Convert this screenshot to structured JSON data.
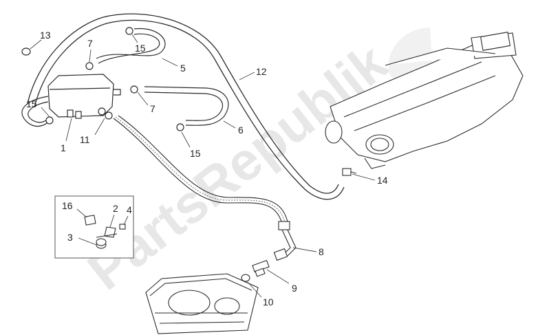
{
  "watermark": {
    "text": "PartsRepublik",
    "icon": "gear-icon",
    "color": "#d8d8d8"
  },
  "colors": {
    "line": "#2a2a2a",
    "leader": "#444444",
    "part_fill": "#ffffff"
  },
  "callouts": {
    "c1": "1",
    "c2": "2",
    "c3": "3",
    "c4": "4",
    "c5": "5",
    "c6": "6",
    "c7a": "7",
    "c7b": "7",
    "c8": "8",
    "c9": "9",
    "c10": "10",
    "c11": "11",
    "c12": "12",
    "c13": "13",
    "c14": "14",
    "c15a": "15",
    "c15b": "15",
    "c15c": "15",
    "c16": "16"
  }
}
